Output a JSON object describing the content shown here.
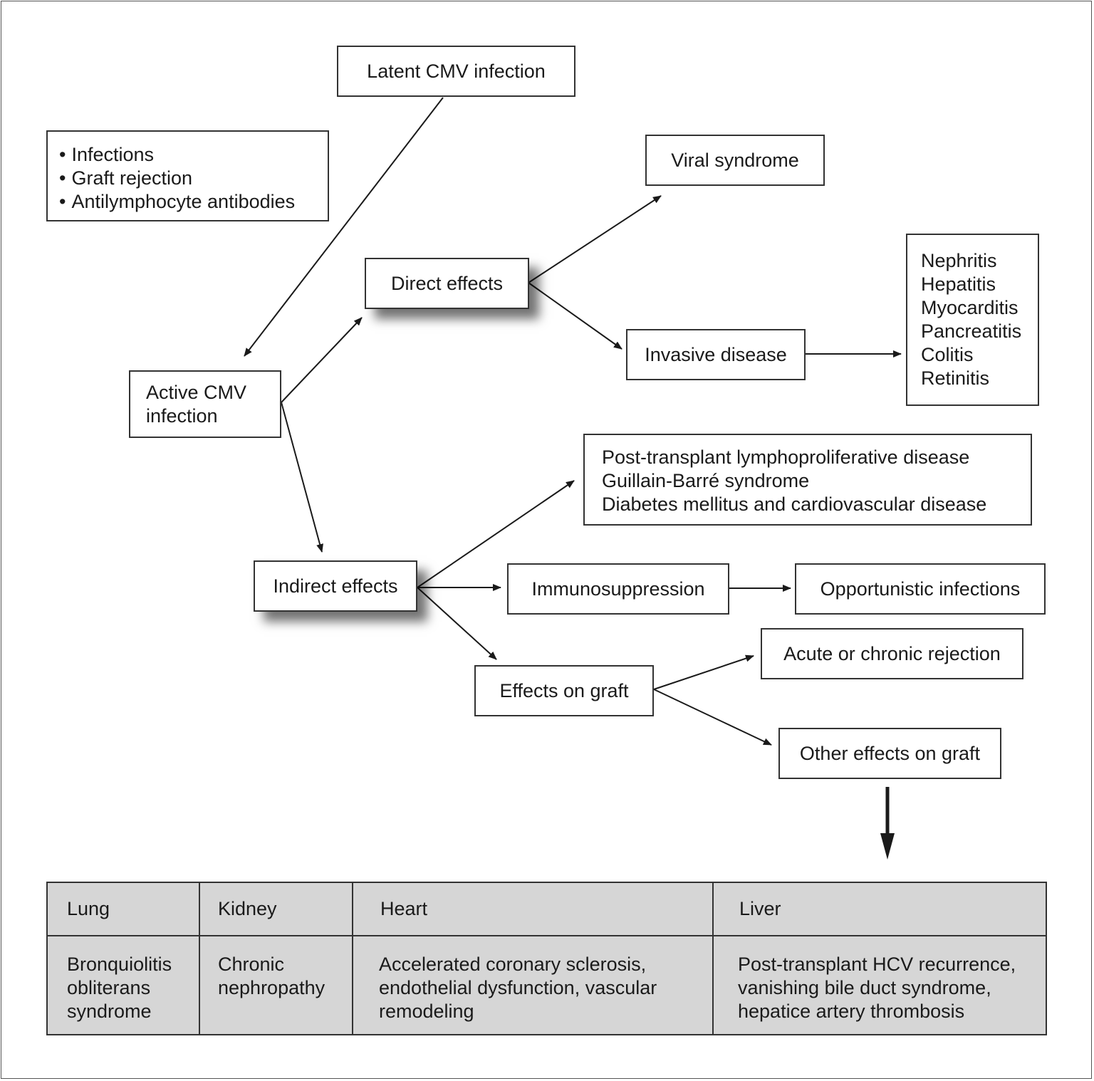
{
  "nodes": {
    "latent": "Latent CMV infection",
    "risk_factors": [
      "Infections",
      "Graft rejection",
      "Antilymphocyte antibodies"
    ],
    "active": [
      "Active CMV",
      "infection"
    ],
    "direct": "Direct effects",
    "viral": "Viral syndrome",
    "invasive": "Invasive disease",
    "organ_diseases": [
      "Nephritis",
      "Hepatitis",
      "Myocarditis",
      "Pancreatitis",
      "Colitis",
      "Retinitis"
    ],
    "systemic": [
      "Post-transplant lymphoproliferative disease",
      "Guillain-Barré syndrome",
      "Diabetes mellitus and cardiovascular disease"
    ],
    "indirect": "Indirect effects",
    "immuno": "Immunosuppression",
    "opportunistic": "Opportunistic infections",
    "graft": "Effects on graft",
    "rejection": "Acute or chronic rejection",
    "other_graft": "Other effects on graft"
  },
  "table": {
    "headers": [
      "Lung",
      "Kidney",
      "Heart",
      "Liver"
    ],
    "cells": [
      [
        "Bronquiolitis",
        "obliterans",
        "syndrome"
      ],
      [
        "Chronic",
        "nephropathy"
      ],
      [
        "Accelerated coronary sclerosis,",
        "endothelial dysfunction, vascular",
        "remodeling"
      ],
      [
        "Post-transplant HCV recurrence,",
        "vanishing bile duct syndrome,",
        "hepatice artery thrombosis"
      ]
    ]
  }
}
